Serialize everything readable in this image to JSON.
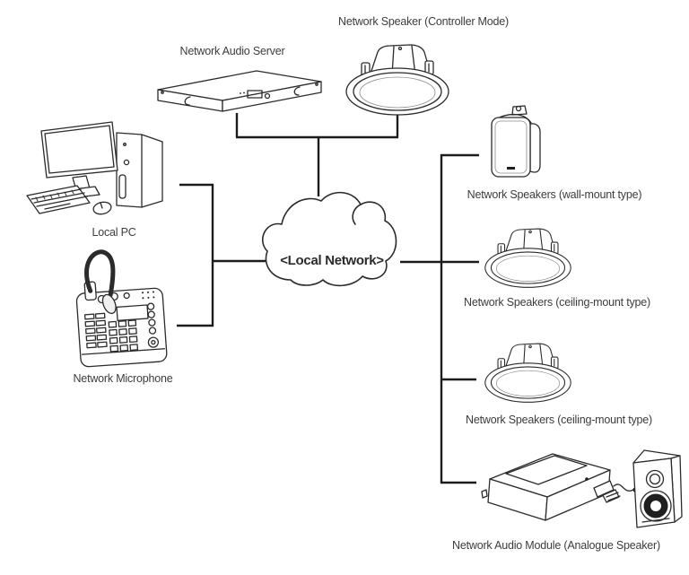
{
  "diagram": {
    "cloud_label": "<Local Network>",
    "nodes": [
      {
        "id": "network-audio-server",
        "label": "Network Audio Server"
      },
      {
        "id": "controller-speaker",
        "label": "Network Speaker (Controller Mode)"
      },
      {
        "id": "local-pc",
        "label": "Local PC"
      },
      {
        "id": "network-microphone",
        "label": "Network Microphone"
      },
      {
        "id": "wall-mount-speaker",
        "label": "Network Speakers (wall-mount type)"
      },
      {
        "id": "ceiling-speaker-1",
        "label": "Network Speakers (ceiling-mount type)"
      },
      {
        "id": "ceiling-speaker-2",
        "label": "Network Speakers (ceiling-mount type)"
      },
      {
        "id": "network-audio-module",
        "label": "Network Audio Module (Analogue Speaker)"
      }
    ],
    "colors": {
      "line": "#1c1c1c",
      "text": "#3c3c3e",
      "background": "#ffffff"
    }
  }
}
